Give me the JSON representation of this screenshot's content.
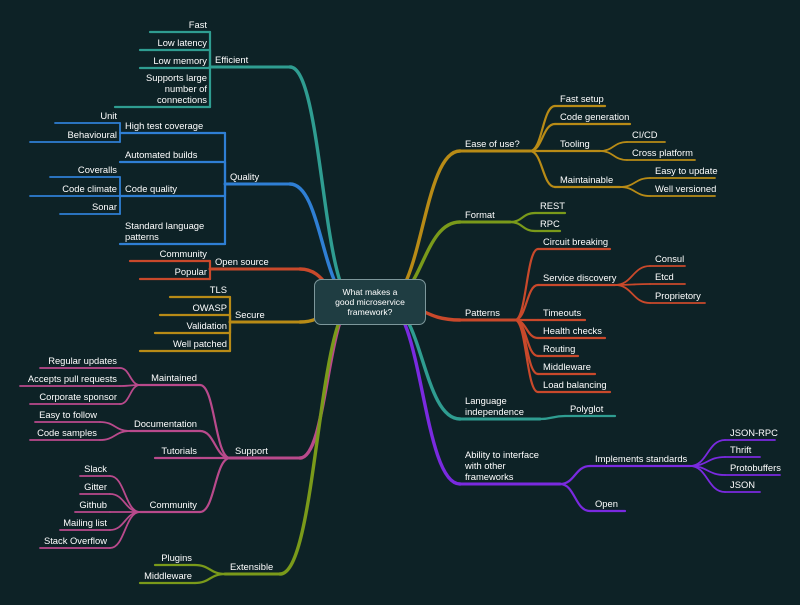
{
  "root": {
    "label": "What makes a\ngood microservice\nframework?"
  },
  "colors": {
    "background": "#0d2226",
    "efficient": "#2f9d91",
    "quality": "#2f7fd4",
    "open_source": "#c9492b",
    "secure": "#b88b16",
    "support": "#b94a8c",
    "extensible": "#7a9a1a",
    "ease_of_use": "#b88b16",
    "format": "#7a9a1a",
    "patterns": "#c9492b",
    "language": "#2f9d91",
    "interface": "#7a2ae0"
  },
  "branches": {
    "efficient": {
      "label": "Efficient",
      "children": [
        "Fast",
        "Low latency",
        "Low memory",
        "Supports large\nnumber of\nconnections"
      ]
    },
    "quality": {
      "label": "Quality",
      "children": [
        {
          "label": "High test coverage",
          "children": [
            "Unit",
            "Behavioural"
          ]
        },
        {
          "label": "Automated builds"
        },
        {
          "label": "Code quality",
          "children": [
            "Coveralls",
            "Code climate",
            "Sonar"
          ]
        },
        {
          "label": "Standard language\npatterns"
        }
      ]
    },
    "open_source": {
      "label": "Open source",
      "children": [
        "Community",
        "Popular"
      ]
    },
    "secure": {
      "label": "Secure",
      "children": [
        "TLS",
        "OWASP",
        "Validation",
        "Well patched"
      ]
    },
    "support": {
      "label": "Support",
      "children": [
        {
          "label": "Maintained",
          "children": [
            "Regular updates",
            "Accepts pull requests",
            "Corporate sponsor"
          ]
        },
        {
          "label": "Documentation",
          "children": [
            "Easy to follow",
            "Code samples"
          ]
        },
        {
          "label": "Tutorials"
        },
        {
          "label": "Community",
          "children": [
            "Slack",
            "Gitter",
            "Github",
            "Mailing list",
            "Stack Overflow"
          ]
        }
      ]
    },
    "extensible": {
      "label": "Extensible",
      "children": [
        "Plugins",
        "Middleware"
      ]
    },
    "ease_of_use": {
      "label": "Ease of use?",
      "children": [
        {
          "label": "Fast setup"
        },
        {
          "label": "Code generation"
        },
        {
          "label": "Tooling",
          "children": [
            "CI/CD",
            "Cross platform"
          ]
        },
        {
          "label": "Maintainable",
          "children": [
            "Easy to update",
            "Well versioned"
          ]
        }
      ]
    },
    "format": {
      "label": "Format",
      "children": [
        "REST",
        "RPC"
      ]
    },
    "patterns": {
      "label": "Patterns",
      "children": [
        {
          "label": "Circuit breaking"
        },
        {
          "label": "Service discovery",
          "children": [
            "Consul",
            "Etcd",
            "Proprietory"
          ]
        },
        {
          "label": "Timeouts"
        },
        {
          "label": "Health checks"
        },
        {
          "label": "Routing"
        },
        {
          "label": "Middleware"
        },
        {
          "label": "Load balancing"
        }
      ]
    },
    "language": {
      "label": "Language\nindependence",
      "children": [
        "Polyglot"
      ]
    },
    "interface": {
      "label": "Ability to interface\nwith other\nframeworks",
      "children": [
        {
          "label": "Implements standards",
          "children": [
            "JSON-RPC",
            "Thrift",
            "Protobuffers",
            "JSON"
          ]
        },
        {
          "label": "Open"
        }
      ]
    }
  }
}
